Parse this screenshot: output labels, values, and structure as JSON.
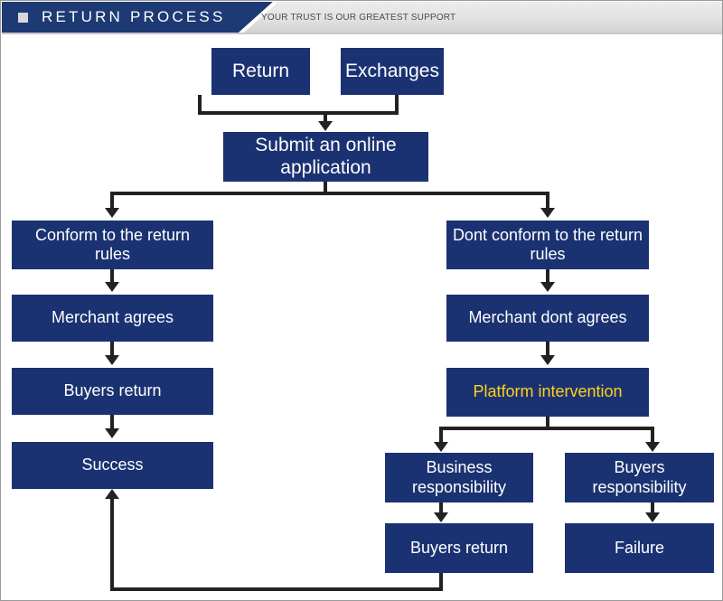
{
  "header": {
    "bullet_icon": "square-bullet-icon",
    "title": "RETURN PROCESS",
    "tagline": "YOUR TRUST IS OUR GREATEST SUPPORT",
    "banner_color": "#1e3a74",
    "banner_bg_color": "#e4e4e4",
    "title_color": "#ffffff",
    "tagline_color": "#4a4a4a"
  },
  "theme": {
    "node_fill": "#1b3272",
    "node_text": "#ffffff",
    "accent_text": "#ffd11a",
    "connector": "#222222",
    "page_bg": "#ffffff"
  },
  "flow": {
    "title": "Return Process",
    "nodes": [
      {
        "id": "return",
        "label": "Return",
        "emphasis": "normal"
      },
      {
        "id": "exchanges",
        "label": "Exchanges",
        "emphasis": "normal"
      },
      {
        "id": "submit",
        "label": "Submit an online application",
        "emphasis": "normal"
      },
      {
        "id": "conform",
        "label": "Conform to the return rules",
        "emphasis": "normal"
      },
      {
        "id": "merchant-agrees",
        "label": "Merchant agrees",
        "emphasis": "normal"
      },
      {
        "id": "buyers-return-l",
        "label": "Buyers return",
        "emphasis": "normal"
      },
      {
        "id": "success",
        "label": "Success",
        "emphasis": "normal"
      },
      {
        "id": "dont-conform",
        "label": "Dont conform to the return rules",
        "emphasis": "normal"
      },
      {
        "id": "merchant-dont",
        "label": "Merchant dont agrees",
        "emphasis": "normal"
      },
      {
        "id": "platform",
        "label": "Platform intervention",
        "emphasis": "accent"
      },
      {
        "id": "business-resp",
        "label": "Business responsibility",
        "emphasis": "normal"
      },
      {
        "id": "buyers-resp",
        "label": "Buyers responsibility",
        "emphasis": "normal"
      },
      {
        "id": "buyers-return-r",
        "label": "Buyers return",
        "emphasis": "normal"
      },
      {
        "id": "failure",
        "label": "Failure",
        "emphasis": "normal"
      }
    ],
    "edges": [
      {
        "from": "return",
        "to": "submit"
      },
      {
        "from": "exchanges",
        "to": "submit"
      },
      {
        "from": "submit",
        "to": "conform"
      },
      {
        "from": "submit",
        "to": "dont-conform"
      },
      {
        "from": "conform",
        "to": "merchant-agrees"
      },
      {
        "from": "merchant-agrees",
        "to": "buyers-return-l"
      },
      {
        "from": "buyers-return-l",
        "to": "success"
      },
      {
        "from": "dont-conform",
        "to": "merchant-dont"
      },
      {
        "from": "merchant-dont",
        "to": "platform"
      },
      {
        "from": "platform",
        "to": "business-resp"
      },
      {
        "from": "platform",
        "to": "buyers-resp"
      },
      {
        "from": "business-resp",
        "to": "buyers-return-r"
      },
      {
        "from": "buyers-resp",
        "to": "failure"
      },
      {
        "from": "buyers-return-r",
        "to": "success"
      }
    ]
  }
}
